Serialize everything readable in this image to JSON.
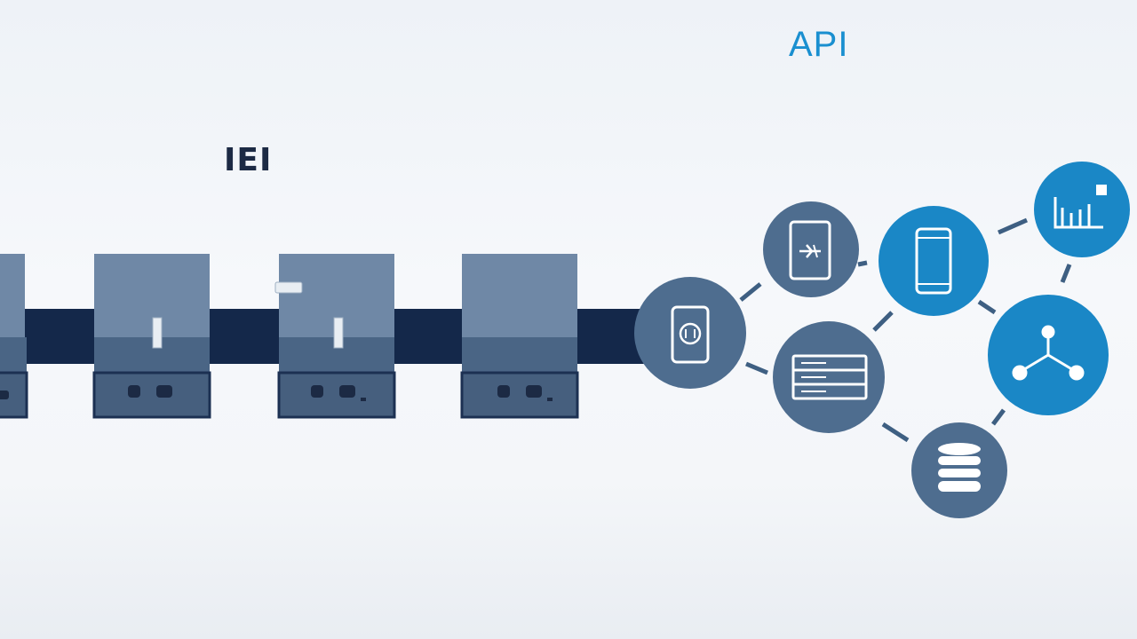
{
  "labels": {
    "api": "API",
    "edi": "IEI"
  },
  "colors": {
    "api_text": "#1a8fd0",
    "edi_text": "#1c2a44",
    "pipe": "#14284a",
    "box_top": "#6f88a6",
    "box_bottom": "#465f7e",
    "box_border": "#1c3052",
    "node_slate": "#4e6d8f",
    "node_blue": "#1a87c6",
    "connector": "#3e5f82"
  },
  "edi_legacy": {
    "boxes": [
      "partial-box",
      "box-1",
      "box-2",
      "box-3"
    ]
  },
  "api_network": {
    "nodes": [
      {
        "name": "mobile-app-node",
        "icon": "phone-app-icon",
        "style": "slate"
      },
      {
        "name": "tablet-transfer-node",
        "icon": "tablet-transfer-icon",
        "style": "slate"
      },
      {
        "name": "server-node",
        "icon": "server-rack-icon",
        "style": "slate"
      },
      {
        "name": "smartphone-node",
        "icon": "smartphone-icon",
        "style": "blue"
      },
      {
        "name": "analytics-node",
        "icon": "bar-chart-icon",
        "style": "blue"
      },
      {
        "name": "hub-node",
        "icon": "network-hub-icon",
        "style": "blue"
      },
      {
        "name": "database-node",
        "icon": "database-icon",
        "style": "slate"
      }
    ]
  }
}
